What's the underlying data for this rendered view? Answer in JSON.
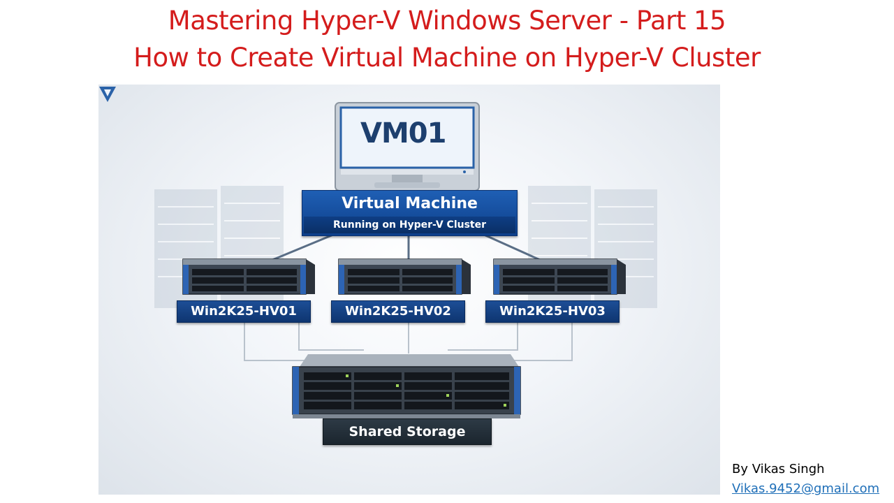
{
  "title": {
    "line1": "Mastering Hyper-V Windows Server - Part 15",
    "line2": "How to Create Virtual Machine on Hyper-V Cluster",
    "color": "#d41c1c"
  },
  "diagram": {
    "vm_screen_label": "VM01",
    "vm_title": "Virtual Machine",
    "vm_subtitle": "Running on Hyper-V Cluster",
    "hosts": [
      "Win2K25-HV01",
      "Win2K25-HV02",
      "Win2K25-HV03"
    ],
    "storage_label": "Shared Storage",
    "accent_color": "#0d3f8a"
  },
  "footer": {
    "author": "By Vikas Singh",
    "email": "Vikas.9452@gmail.com"
  }
}
